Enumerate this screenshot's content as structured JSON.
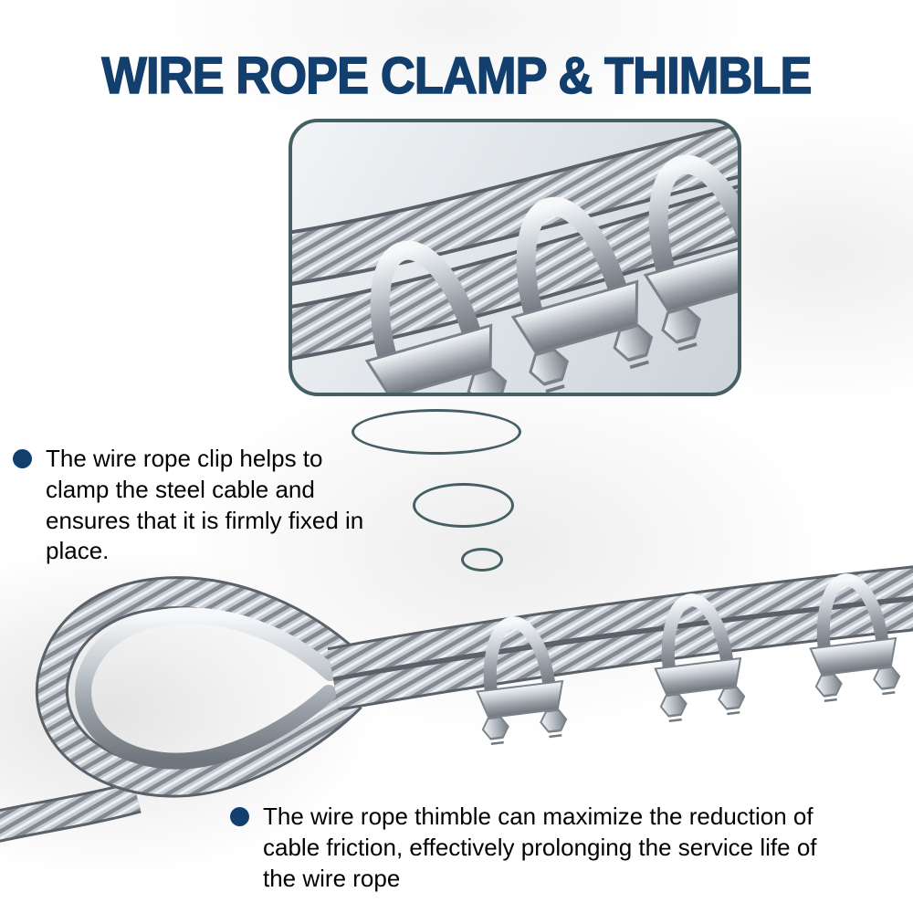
{
  "title": "WIRE ROPE CLAMP & THIMBLE",
  "colors": {
    "title_color": "#123f6d",
    "outline_color": "#456064",
    "bullet_color": "#123f6d",
    "text_color": "#000000"
  },
  "bullets": [
    {
      "text": "The wire rope clip helps to clamp the steel cable and ensures that it is firmly fixed in place."
    },
    {
      "text": "The wire rope thimble can maximize the reduction of cable friction, effectively prolonging the service life of the wire rope"
    }
  ],
  "icons": {
    "zoom_inset": "rounded-rect-callout",
    "zoom_trail": "concentric-ellipse-outlines"
  },
  "images": {
    "closeup": "close-up-of-wire-rope-clips-on-twisted-steel-cable",
    "product": "wire-rope-with-thimble-loop-and-three-u-bolt-clamps"
  }
}
